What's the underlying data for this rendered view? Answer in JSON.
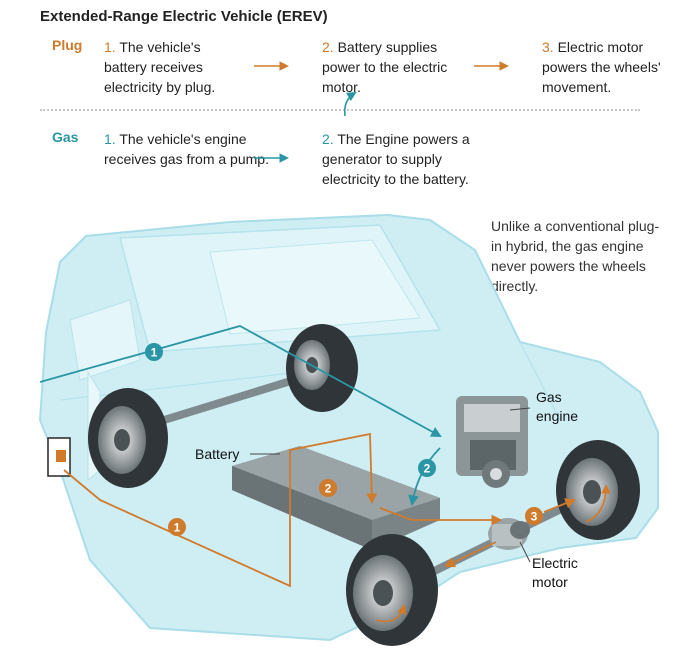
{
  "title": "Extended-Range Electric Vehicle (EREV)",
  "rows": {
    "plug": {
      "label": "Plug",
      "steps": [
        {
          "num": "1.",
          "text": "The vehicle's battery receives electricity by plug."
        },
        {
          "num": "2.",
          "text": "Battery supplies power to the electric motor."
        },
        {
          "num": "3.",
          "text": "Electric motor powers the wheels' movement."
        }
      ]
    },
    "gas": {
      "label": "Gas",
      "steps": [
        {
          "num": "1.",
          "text": "The vehicle's engine receives gas from a pump."
        },
        {
          "num": "2.",
          "text": "The Engine powers a generator to supply electricity to the battery."
        }
      ]
    }
  },
  "note": "Unlike a conventional plug-in hybrid, the gas engine never powers the wheels directly.",
  "labels": {
    "battery": "Battery",
    "gas_engine": "Gas engine",
    "electric_motor": "Electric motor"
  },
  "markers": {
    "plug_1": "1",
    "plug_2": "2",
    "plug_3": "3",
    "gas_1": "1",
    "gas_2": "2"
  },
  "colors": {
    "plug": "#d07a2c",
    "gas": "#2a96a5",
    "car_body": "#cfeef4",
    "car_outline": "#a9dde8"
  }
}
